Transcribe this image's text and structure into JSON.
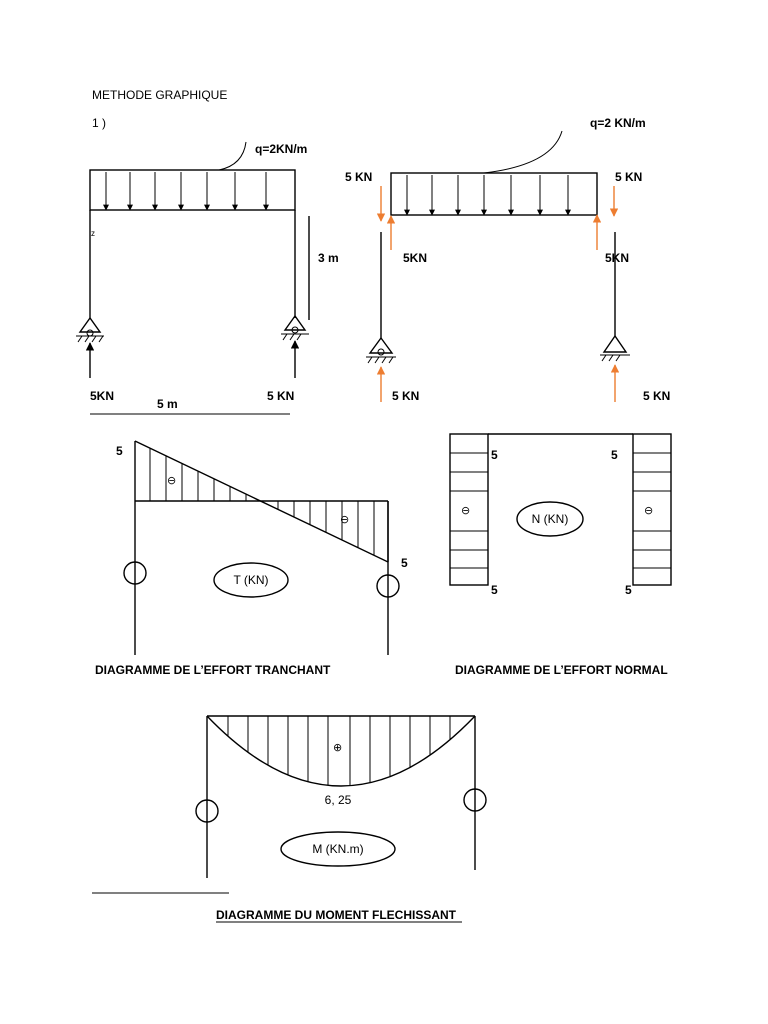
{
  "header": {
    "title": "METHODE GRAPHIQUE",
    "question": "1 )"
  },
  "frame_left": {
    "load_label": "q=2KN/m",
    "node_label": "z",
    "height_label": "3 m",
    "span_label": "5 m",
    "reaction_left": "5KN",
    "reaction_right": "5  KN"
  },
  "frame_right": {
    "load_label": "q=2 KN/m",
    "top_left_force": "5 KN",
    "top_right_force": "5 KN",
    "col_left_force": "5KN",
    "col_right_force": "5KN",
    "reaction_left": "5  KN",
    "reaction_right": "5 KN"
  },
  "shear_diagram": {
    "value_left": "5",
    "value_right": "5",
    "sign": "⊖",
    "label": "T (KN)",
    "caption": "DIAGRAMME DE L’EFFORT TRANCHANT"
  },
  "normal_diagram": {
    "top_left": "5",
    "top_right": "5",
    "bottom_left": "5",
    "bottom_right": "5",
    "sign": "⊖",
    "label": "N (KN)",
    "caption": "DIAGRAMME DE L’EFFORT NORMAL"
  },
  "moment_diagram": {
    "max_value": "6, 25",
    "sign": "⊕",
    "label": "M (KN.m)",
    "caption": "DIAGRAMME DU MOMENT FLECHISSANT"
  },
  "colors": {
    "ink": "#000000",
    "reaction_arrows": "#ed7d31"
  }
}
